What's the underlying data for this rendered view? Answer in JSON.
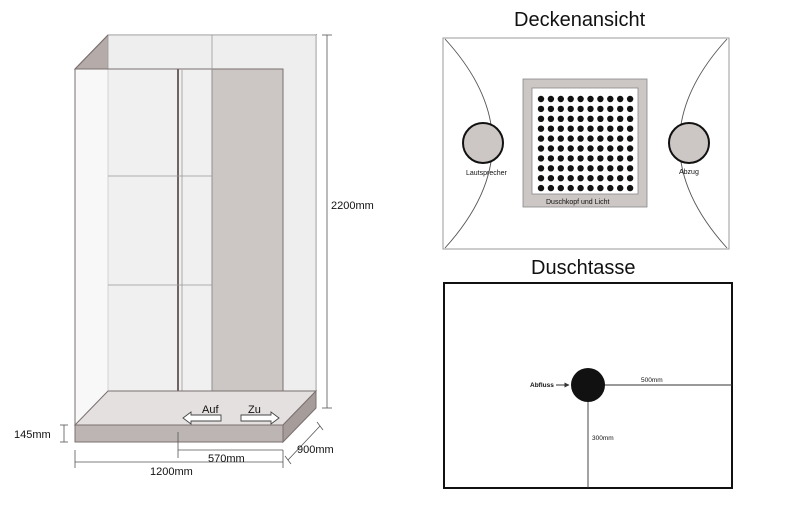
{
  "shower_view": {
    "dim_height": "2200mm",
    "dim_tray_height": "145mm",
    "dim_width": "1200mm",
    "dim_door": "570mm",
    "dim_depth": "900mm",
    "door_open_label": "Auf",
    "door_close_label": "Zu"
  },
  "ceiling_view": {
    "title": "Deckenansicht",
    "speaker_label": "Lautsprecher",
    "exhaust_label": "Abzug",
    "showerhead_label": "Duschkopf und Licht",
    "nozzle_grid": {
      "rows": 10,
      "cols": 10
    }
  },
  "tray_view": {
    "title": "Duschtasse",
    "drain_label": "Abfluss",
    "dim_horizontal": "500mm",
    "dim_vertical": "300mm"
  },
  "colors": {
    "panel_fill": "#ccc6c4",
    "top_fill": "#b5acaa",
    "glass_fill": "#eeeeee",
    "line": "#444444",
    "frame_line": "#7a7070"
  }
}
